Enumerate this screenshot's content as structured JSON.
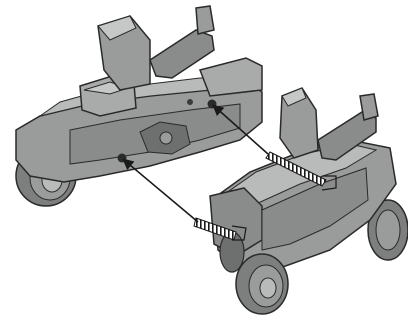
{
  "figure": {
    "kind": "instruction-illustration",
    "palette": {
      "background": "#ffffff",
      "plastic": "#9a9c9b",
      "plastic_light": "#b9bbba",
      "plastic_dark": "#6e706f",
      "shadow": "#4a4c4b",
      "outline": "#2a2a2a",
      "arrow": "#1a1a1a"
    },
    "parts": [
      {
        "id": "motorcycle",
        "description_icon": "motorcycle-toy-icon"
      },
      {
        "id": "atv",
        "description_icon": "atv-toy-icon"
      }
    ],
    "connectors": [
      {
        "id": "upper-arrow",
        "icon": "insert-arrow-icon"
      },
      {
        "id": "lower-arrow",
        "icon": "insert-arrow-icon"
      }
    ]
  }
}
